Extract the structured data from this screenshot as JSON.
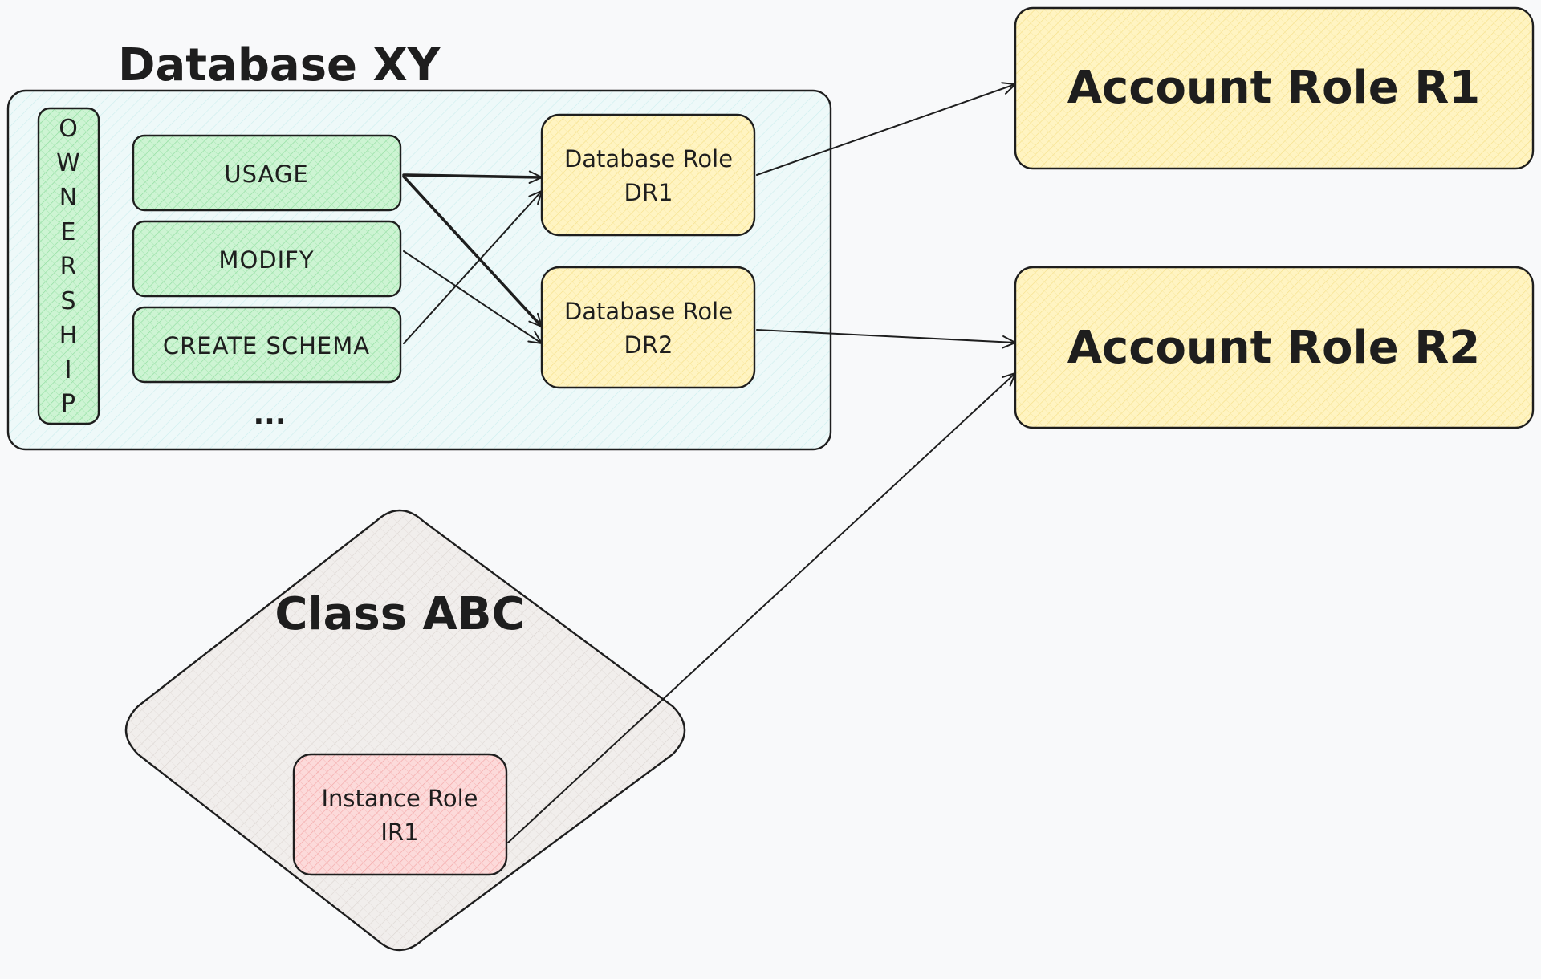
{
  "database": {
    "title": "Database XY",
    "ownership_letters": [
      "O",
      "W",
      "N",
      "E",
      "R",
      "S",
      "H",
      "I",
      "P"
    ],
    "permissions": [
      {
        "label": "USAGE"
      },
      {
        "label": "MODIFY"
      },
      {
        "label": "CREATE SCHEMA"
      }
    ],
    "ellipsis": "...",
    "roles": [
      {
        "line1": "Database Role",
        "line2": "DR1"
      },
      {
        "line1": "Database Role",
        "line2": "DR2"
      }
    ]
  },
  "account_roles": [
    {
      "label": "Account Role R1"
    },
    {
      "label": "Account Role R2"
    }
  ],
  "class": {
    "title": "Class ABC",
    "instance_role": {
      "line1": "Instance Role",
      "line2": "IR1"
    }
  },
  "colors": {
    "background": "#f8f9fa",
    "database_fill": "#e9f8f8",
    "permission_fill": "#b2f2bb",
    "db_role_fill": "#ffec99",
    "account_role_fill": "#ffec99",
    "class_fill": "#ece8e6",
    "instance_role_fill": "#ffc9c9",
    "stroke": "#1e1e1e"
  }
}
